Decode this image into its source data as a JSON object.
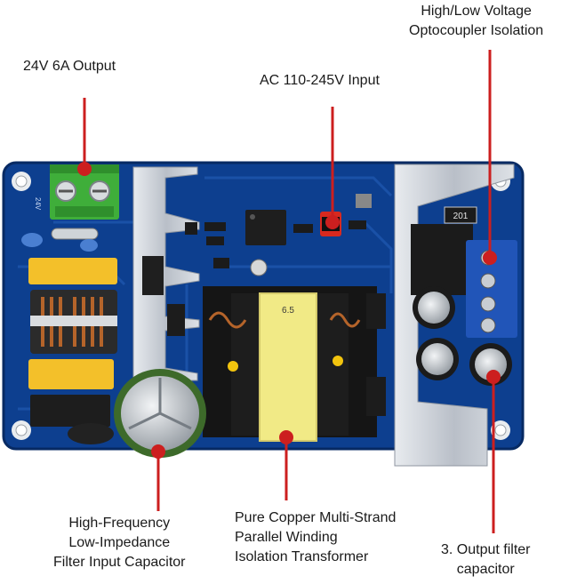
{
  "labels": {
    "output": [
      "24V 6A Output"
    ],
    "ac_input": [
      "AC 110-245V Input"
    ],
    "optocoupler": [
      "High/Low Voltage",
      "Optocoupler Isolation"
    ],
    "filter_input_cap": [
      "High-Frequency",
      "Low-Impedance",
      "Filter Input Capacitor"
    ],
    "transformer": [
      "Pure Copper Multi-Strand",
      "Parallel Winding",
      "Isolation Transformer"
    ],
    "output_filter_cap": [
      "3. Output filter",
      "capacitor"
    ]
  },
  "board_markings": {
    "resistor_code": "201",
    "transformer_code": "6.5",
    "terminal_mark": "24V"
  },
  "colors": {
    "pcb": "#0d3f8f",
    "pcb_dark": "#0a2f6c",
    "heatsink": "#c9ced6",
    "leader": "#cc1f1f",
    "terminal_green": "#3fae3a",
    "terminal_blue": "#2155b8",
    "transformer_core": "#f1ea86"
  }
}
